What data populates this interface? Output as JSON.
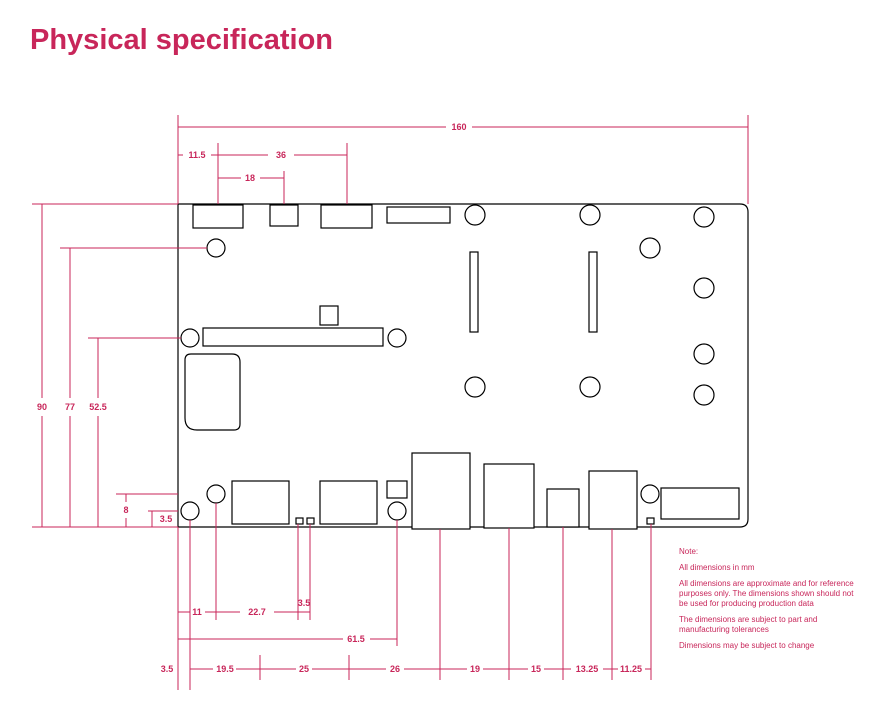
{
  "title": "Physical specification",
  "dimensions": {
    "top_width": "160",
    "top_left": "11.5",
    "top_36": "36",
    "top_18": "18",
    "h_90": "90",
    "h_77": "77",
    "h_52_5": "52.5",
    "h_8": "8",
    "h_3_5_left": "3.5",
    "b_11": "11",
    "b_22_7": "22.7",
    "b_3_5": "3.5",
    "b_61_5": "61.5",
    "r_3_5": "3.5",
    "r_19_5": "19.5",
    "r_25": "25",
    "r_26": "26",
    "r_19": "19",
    "r_15": "15",
    "r_13_25": "13.25",
    "r_11_25": "11.25"
  },
  "notes": {
    "heading": "Note:",
    "n1": "All dimensions in mm",
    "n2": "All dimensions are approximate and for reference purposes only. The dimensions shown should not be used for producing production data",
    "n3": "The dimensions are subject to part and manufacturing tolerances",
    "n4": "Dimensions may be subject to change"
  }
}
